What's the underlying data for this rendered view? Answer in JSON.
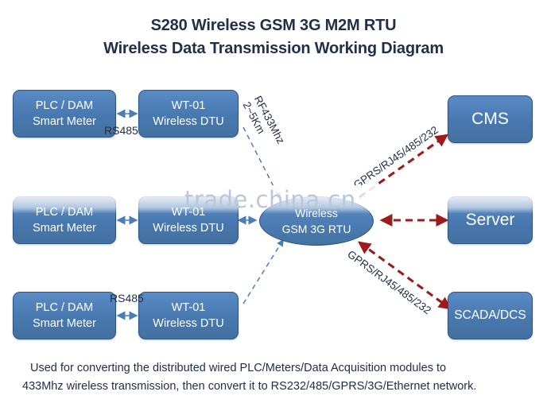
{
  "title": {
    "line1": "S280 Wireless GSM 3G M2M RTU",
    "line2": "Wireless Data Transmission Working Diagram"
  },
  "watermark": {
    "text": "trade.china.cn"
  },
  "nodes": {
    "plc_top": {
      "line1": "PLC / DAM",
      "line2": "Smart Meter"
    },
    "plc_mid": {
      "line1": "PLC / DAM",
      "line2": "Smart Meter"
    },
    "plc_bottom": {
      "line1": "PLC / DAM",
      "line2": "Smart Meter"
    },
    "dtu_top": {
      "line1": "WT-01",
      "line2": "Wireless  DTU"
    },
    "dtu_mid": {
      "line1": "WT-01",
      "line2": "Wireless  DTU"
    },
    "dtu_bottom": {
      "line1": "WT-01",
      "line2": "Wireless  DTU"
    },
    "rtu": {
      "line1": "Wireless",
      "line2": "GSM 3G RTU"
    },
    "cms": {
      "label": "CMS"
    },
    "server": {
      "label": "Server"
    },
    "scada": {
      "label": "SCADA/DCS"
    }
  },
  "edge_labels": {
    "rs485_top": "RS485",
    "rs485_bottom": "RS485",
    "rf_line1": "RF433Mhz",
    "rf_line2": "2~5Km",
    "gprs_upper": "GPRS/RJ45/485/232",
    "gprs_lower": "GPRS/RJ45/485/232"
  },
  "caption": {
    "line1": "Used for converting the distributed wired PLC/Meters/Data Acquisition modules to",
    "line2": "433Mhz wireless transmission, then convert it to RS232/485/GPRS/3G/Ethernet network."
  },
  "colors": {
    "node_fill": "#4878b0",
    "node_border": "#2b5486",
    "text_dark": "#20304a",
    "wire_blue": "#4a7ebb",
    "wire_red": "#9e1b1b",
    "watermark": "#b9c8d8"
  }
}
